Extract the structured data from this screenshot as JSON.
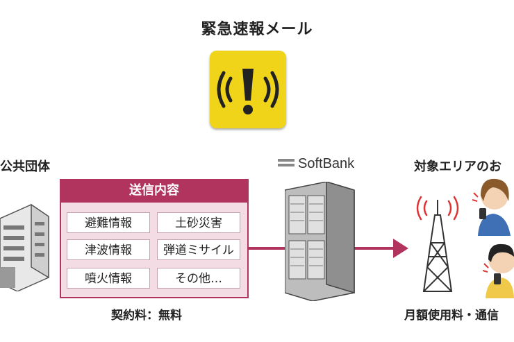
{
  "title": "緊急速報メール",
  "sender": {
    "label": "公共団体"
  },
  "carrier": {
    "name": "SoftBank"
  },
  "target": {
    "label": "対象エリアのお"
  },
  "panel": {
    "header": "送信内容",
    "items": [
      "避難情報",
      "土砂災害",
      "津波情報",
      "弾道ミサイル",
      "噴火情報",
      "その他…"
    ]
  },
  "fees": {
    "contract": "契約料：無料",
    "monthly": "月額使用料・通信"
  },
  "colors": {
    "accent": "#b1345e",
    "icon_yellow": "#f0d41a"
  }
}
